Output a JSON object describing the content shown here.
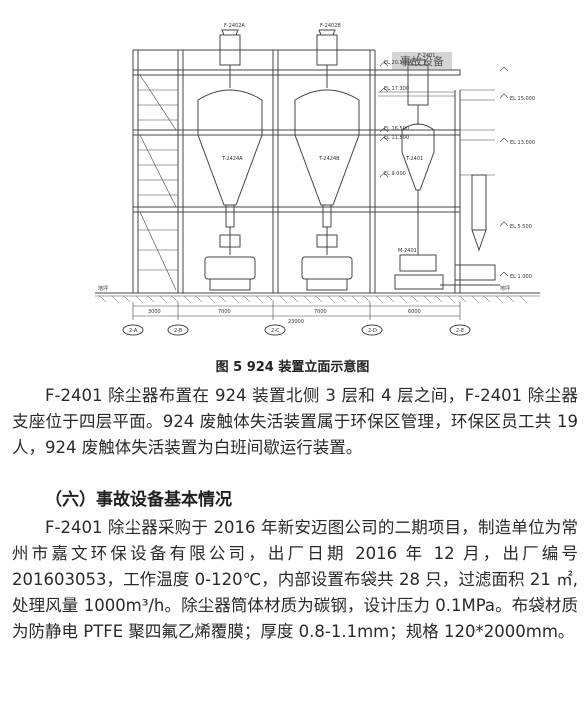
{
  "figure": {
    "tags": {
      "filter_top_1": "F-2402A",
      "filter_top_2": "F-2402B",
      "filter_top_3": "F-2401",
      "silo_1": "T-2424A",
      "silo_2": "T-2424B",
      "silo_3": "T-2401",
      "fan": "M-2401"
    },
    "watermark": "事故设备",
    "elevation_labels": [
      "EL 20.300",
      "EL 17.300",
      "EL 16.500",
      "EL 15.000",
      "EL 13.000",
      "EL 11.500",
      "EL 9.000",
      "EL 5.500",
      "EL 1.000"
    ],
    "ground_left": "地坪",
    "ground_right": "地坪",
    "dims_lower": [
      "3000",
      "7000",
      "7000",
      "6000"
    ],
    "dims_total": "23000",
    "axis_labels": [
      "2-A",
      "2-B",
      "2-C",
      "2-D",
      "2-E"
    ]
  },
  "caption": "图 5   924 装置立面示意图",
  "paragraph1": "F-2401 除尘器布置在 924 装置北侧 3 层和 4 层之间，F-2401 除尘器支座位于四层平面。924 废触体失活装置属于环保区管理，环保区员工共 19 人，924 废触体失活装置为白班间歇运行装置。",
  "section_heading": "（六）事故设备基本情况",
  "paragraph2": "F-2401 除尘器采购于 2016 年新安迈图公司的二期项目，制造单位为常州市嘉文环保设备有限公司，出厂日期 2016 年 12 月，出厂编号 201603053，工作温度 0-120℃，内部设置布袋共 28 只，过滤面积 21 ㎡,处理风量 1000m³/h。除尘器筒体材质为碳钢，设计压力 0.1MPa。布袋材质为防静电 PTFE 聚四氟乙烯覆膜；厚度 0.8-1.1mm；规格 120*2000mm。"
}
